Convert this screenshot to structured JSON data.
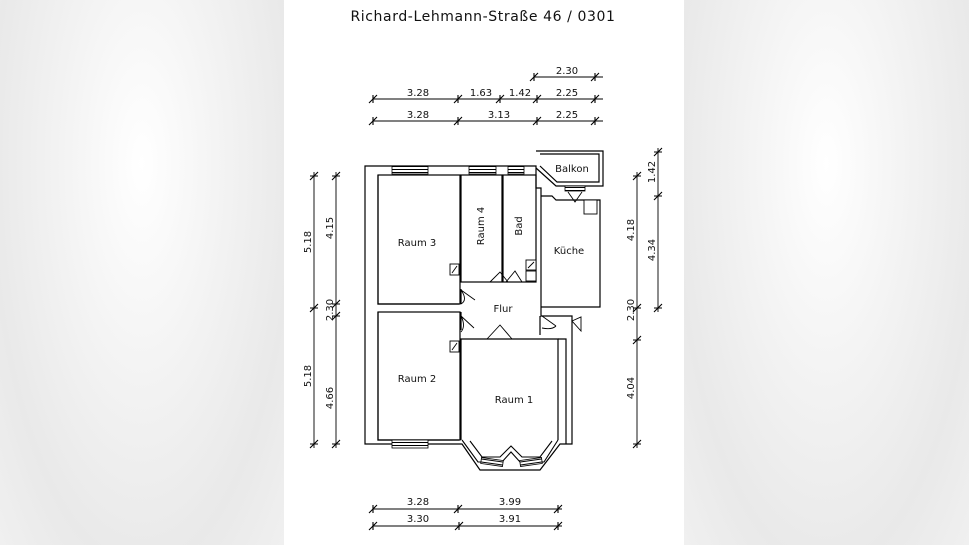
{
  "title": "Richard-Lehmann-Straße 46 / 0301",
  "rooms": {
    "raum3": "Raum 3",
    "raum4": "Raum 4",
    "bad": "Bad",
    "kueche": "Küche",
    "balkon": "Balkon",
    "flur": "Flur",
    "raum2": "Raum 2",
    "raum1": "Raum 1"
  },
  "dims_top": {
    "row1": [
      "2.30"
    ],
    "row2": [
      "3.28",
      "1.63",
      "1.42",
      "2.25"
    ],
    "row3": [
      "3.28",
      "3.13",
      "2.25"
    ]
  },
  "dims_left": {
    "outer": [
      "5.18",
      "5.18"
    ],
    "inner": [
      "4.15",
      "2.30",
      "4.66"
    ]
  },
  "dims_right": {
    "inner": [
      "4.18",
      "2.30",
      "4.04"
    ],
    "outer": [
      "1.42",
      "4.34"
    ]
  },
  "dims_bottom": {
    "row1": [
      "3.28",
      "3.99"
    ],
    "row2": [
      "3.30",
      "3.91"
    ]
  }
}
